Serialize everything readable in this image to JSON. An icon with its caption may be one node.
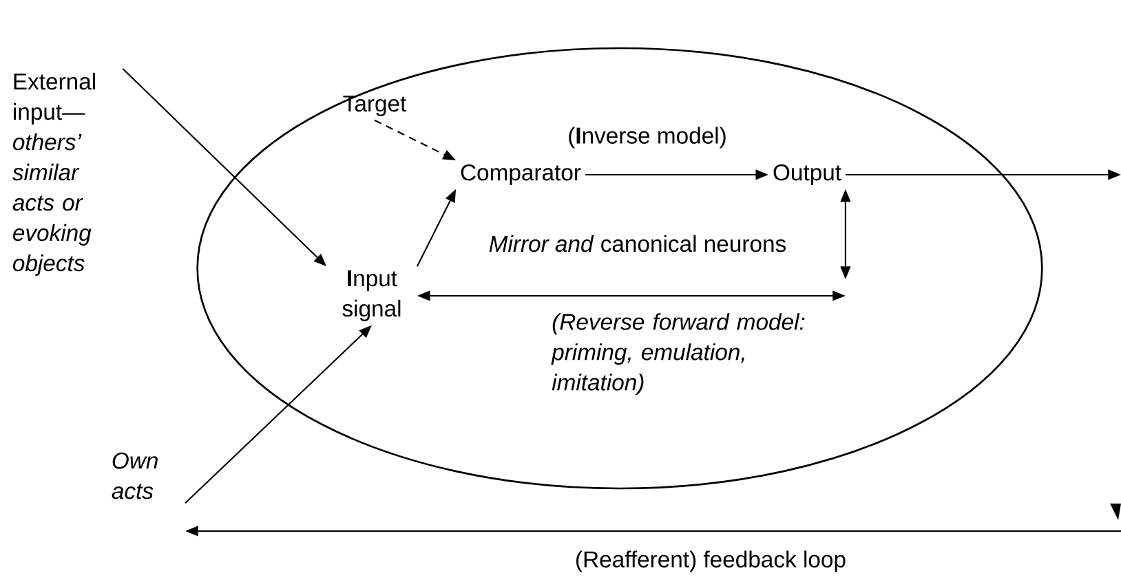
{
  "diagram": {
    "nodes": [
      {
        "text": [],
        "shape": "ellipse"
      },
      {
        "text": [
          "External input—",
          "others’ similar acts or evoking objects"
        ]
      },
      {
        "text": [
          "Target"
        ],
        "in": 0
      },
      {
        "text": [
          "Comparator"
        ],
        "in": 0
      },
      {
        "text": [
          "Output"
        ],
        "in": 0
      },
      {
        "text": [
          "**I**nput signal"
        ],
        "in": 0
      },
      {
        "text": [
          "Own acts"
        ]
      }
    ],
    "edges": [
      {
        "from": 1,
        "to": 5,
        "arrow": "to"
      },
      {
        "from": 2,
        "to": 3,
        "arrow": "to",
        "style": "dashed"
      },
      {
        "from": 5,
        "to": 3,
        "arrow": "to"
      },
      {
        "from": 3,
        "to": 4,
        "arrow": "to",
        "label": "(**I**nverse model)"
      },
      {
        "from": 4,
        "to": null,
        "arrow": "to"
      },
      {
        "from": 4,
        "to": null,
        "arrow": "both"
      },
      {
        "from": 5,
        "to": null,
        "arrow": "both",
        "label": "(Reverse forward model: priming, emulation, imitation)"
      },
      {
        "from": 6,
        "to": 5,
        "arrow": "to"
      },
      {
        "from": null,
        "to": 6,
        "arrow": "to",
        "label": "(Reafferent) feedback loop"
      }
    ],
    "labels": [
      "*Mirror and* canonical neurons"
    ]
  }
}
